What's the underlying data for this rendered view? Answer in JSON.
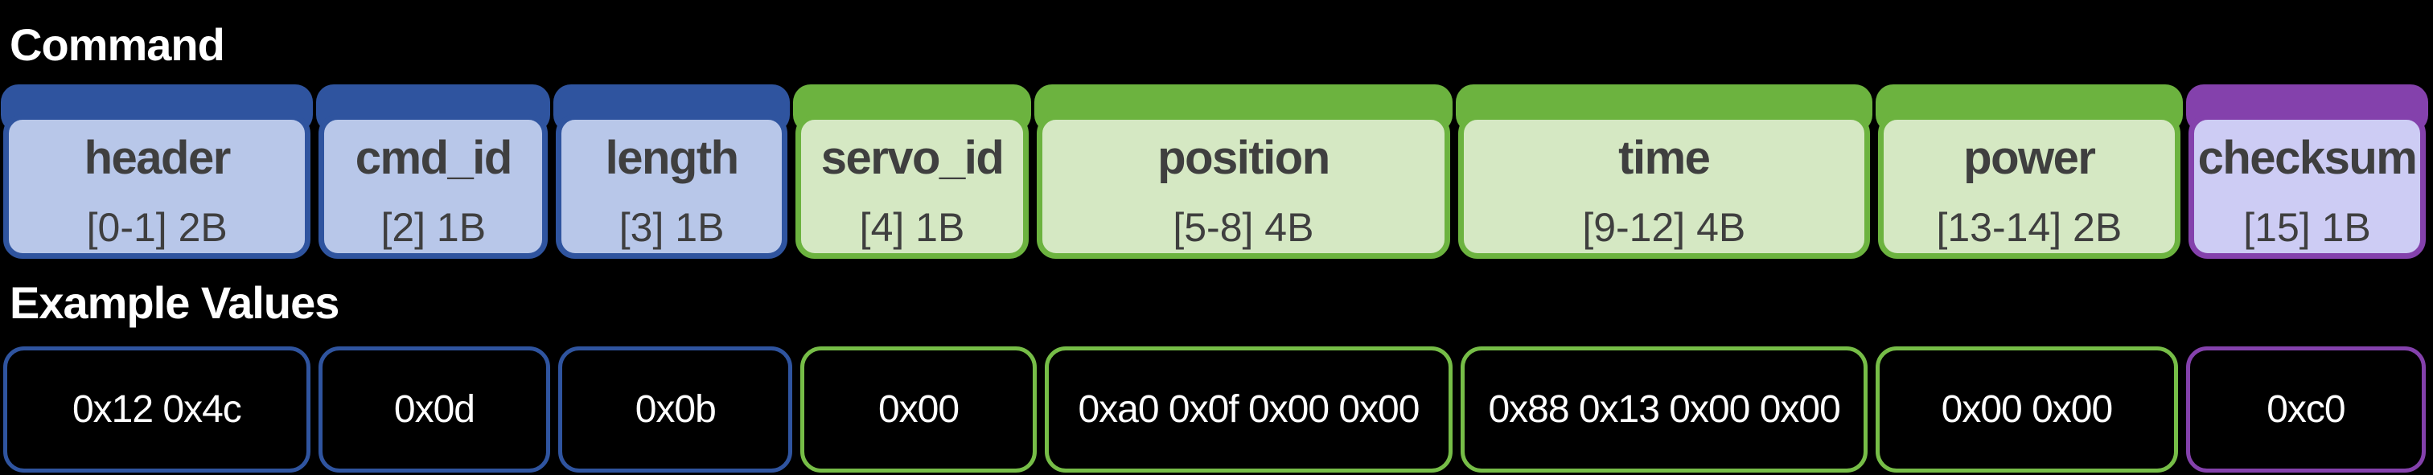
{
  "sections": {
    "command_title": "Command",
    "example_values_title": "Example Values"
  },
  "fields": [
    {
      "name": "header",
      "bytes": "[0-1] 2B",
      "example": "0x12 0x4c",
      "color": "blue"
    },
    {
      "name": "cmd_id",
      "bytes": "[2] 1B",
      "example": "0x0d",
      "color": "blue"
    },
    {
      "name": "length",
      "bytes": "[3] 1B",
      "example": "0x0b",
      "color": "blue"
    },
    {
      "name": "servo_id",
      "bytes": "[4] 1B",
      "example": "0x00",
      "color": "green"
    },
    {
      "name": "position",
      "bytes": "[5-8] 4B",
      "example": "0xa0 0x0f 0x00 0x00",
      "color": "green"
    },
    {
      "name": "time",
      "bytes": "[9-12] 4B",
      "example": "0x88 0x13 0x00 0x00",
      "color": "green"
    },
    {
      "name": "power",
      "bytes": "[13-14] 2B",
      "example": "0x00 0x00",
      "color": "green"
    },
    {
      "name": "checksum",
      "bytes": "[15] 1B",
      "example": "0xc0",
      "color": "purple"
    }
  ],
  "colors": {
    "background": "#000000",
    "title_text": "#FFFFFF",
    "field_text": "#3F3F3F",
    "example_text": "#FFFFFF",
    "blue_dark": "#2F549F",
    "blue_light": "#B8C7E9",
    "green_dark": "#6CB33F",
    "green_light": "#D5E8C3",
    "green_example_border": "#76BD47",
    "purple_dark": "#8441AC",
    "purple_light": "#CDCCF4"
  }
}
